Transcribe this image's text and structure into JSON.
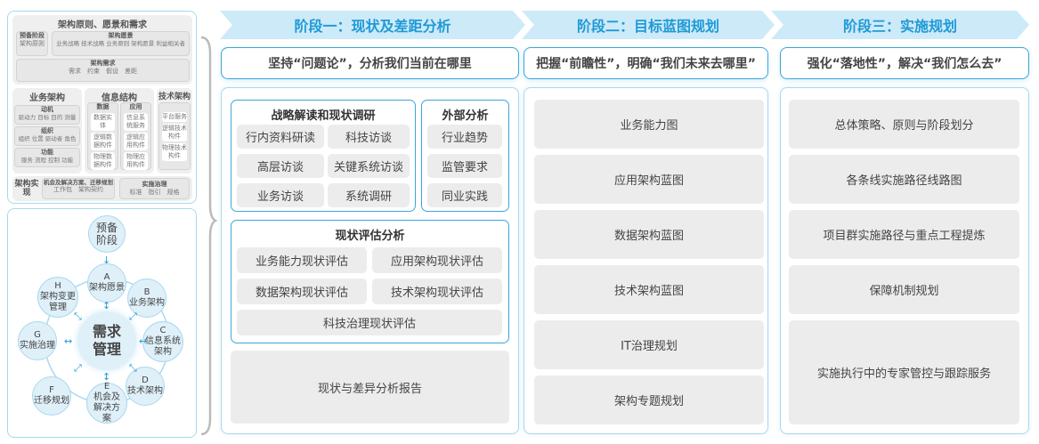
{
  "left": {
    "top_title": "架构原则、愿景和需求",
    "prep": {
      "title": "预备阶段",
      "items": "架构原则"
    },
    "vision": {
      "title": "架构愿景",
      "items": "业务战略 技术战略 业务原则 架构愿景 利益相关者"
    },
    "req": {
      "title": "架构需求",
      "items": "需求　约束　假设　差距"
    },
    "biz": {
      "title": "业务架构",
      "groups": [
        {
          "title": "动机",
          "items": "驱动力 目标 目的 测量"
        },
        {
          "title": "组织",
          "items": "组织 位置 驱动者 角色"
        },
        {
          "title": "功能",
          "items": "服务 流程 控制 功能"
        }
      ]
    },
    "info": {
      "title": "信息结构",
      "data": {
        "title": "数据",
        "items": [
          "数据实体",
          "逻辑数据构件",
          "物理数据构件"
        ]
      },
      "app": {
        "title": "应用",
        "items": [
          "信息系统服务",
          "逻辑应用构件",
          "物理应用构件"
        ]
      }
    },
    "tech": {
      "title": "技术架构",
      "items": [
        "平台服务",
        "逻辑技术构件",
        "物理技术构件"
      ]
    },
    "impl": {
      "title": "架构实现",
      "opp": {
        "title": "机会及解决方案、迁移规划",
        "items": "工作包　架构契约"
      },
      "gov": {
        "title": "实施治理",
        "items": "标准　指引　规格"
      }
    }
  },
  "cycle": {
    "prep": "预备阶段",
    "center": "需求管理",
    "nodes": [
      {
        "letter": "A",
        "label": "架构愿景"
      },
      {
        "letter": "B",
        "label": "业务架构"
      },
      {
        "letter": "C",
        "label": "信息系统架构"
      },
      {
        "letter": "D",
        "label": "技术架构"
      },
      {
        "letter": "E",
        "label": "机会及解决方案"
      },
      {
        "letter": "F",
        "label": "迁移规划"
      },
      {
        "letter": "G",
        "label": "实施治理"
      },
      {
        "letter": "H",
        "label": "架构变更管理"
      }
    ]
  },
  "stages": [
    {
      "title": "阶段一：现状及差距分析",
      "subtitle": "坚持“问题论”，分析我们当前在哪里"
    },
    {
      "title": "阶段二：目标蓝图规划",
      "subtitle": "把握“前瞻性”，明确“我们未来去哪里”"
    },
    {
      "title": "阶段三：实施规划",
      "subtitle": "强化“落地性”，解决“我们怎么去”"
    }
  ],
  "stage1": {
    "strategy": {
      "title": "战略解读和现状调研",
      "items": [
        "行内资料研读",
        "科技访谈",
        "高层访谈",
        "关键系统访谈",
        "业务访谈",
        "系统调研"
      ]
    },
    "external": {
      "title": "外部分析",
      "items": [
        "行业趋势",
        "监管要求",
        "同业实践"
      ]
    },
    "assess": {
      "title": "现状评估分析",
      "items": [
        "业务能力现状评估",
        "应用架构现状评估",
        "数据架构现状评估",
        "技术架构现状评估",
        "科技治理现状评估"
      ]
    },
    "report": "现状与差异分析报告"
  },
  "stage2": {
    "items": [
      "业务能力图",
      "应用架构蓝图",
      "数据架构蓝图",
      "技术架构蓝图",
      "IT治理规划",
      "架构专题规划"
    ]
  },
  "stage3": {
    "items": [
      "总体策略、原则与阶段划分",
      "各条线实施路径线路图",
      "项目群实施路径与重点工程提炼",
      "保障机制规划",
      "实施执行中的专家管控与跟踪服务"
    ]
  }
}
